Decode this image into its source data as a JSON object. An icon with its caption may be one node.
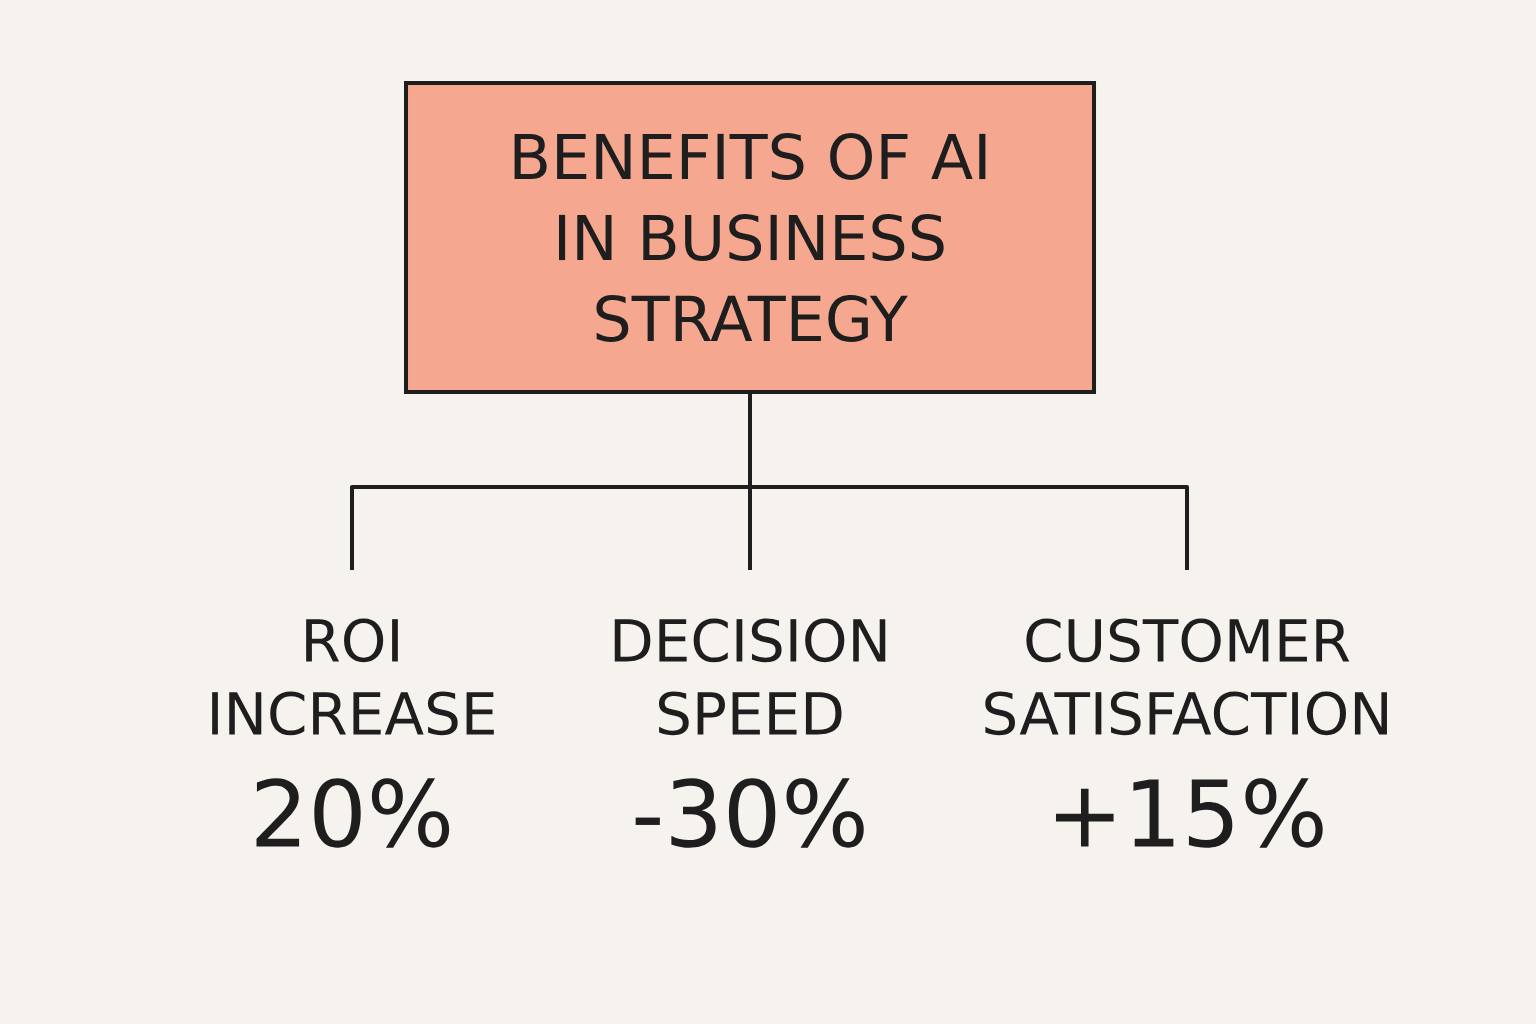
{
  "diagram": {
    "nodes": [
      {
        "text": [
          "BENEFITS OF AI IN BUSINESS STRATEGY"
        ]
      },
      {
        "text": [
          "ROI INCREASE",
          "20%"
        ]
      },
      {
        "text": [
          "DECISION SPEED",
          "-30%"
        ]
      },
      {
        "text": [
          "CUSTOMER SATISFACTION",
          "+15%"
        ]
      }
    ],
    "edges": [
      {
        "from": 0,
        "to": 1,
        "arrow": "none"
      },
      {
        "from": 0,
        "to": 2,
        "arrow": "none"
      },
      {
        "from": 0,
        "to": 3,
        "arrow": "none"
      }
    ]
  }
}
